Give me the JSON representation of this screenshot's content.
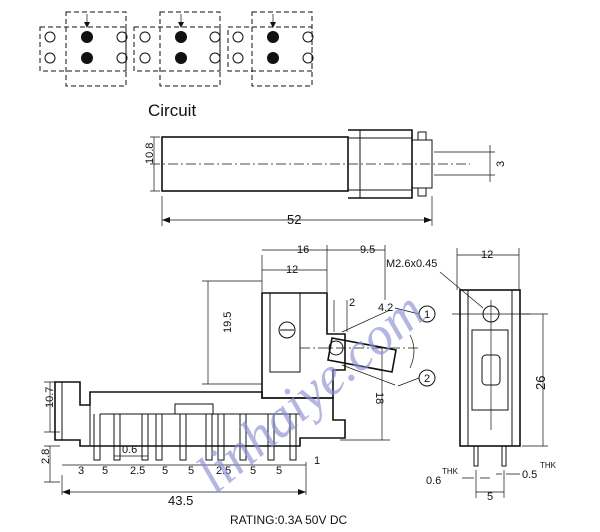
{
  "circuit": {
    "title": "Circuit"
  },
  "top_view": {
    "height": "10.8",
    "length": "52",
    "offset": "3"
  },
  "side_view": {
    "top_16": "16",
    "top_9_5": "9.5",
    "top_12": "12",
    "h_19_5": "19.5",
    "gap_2": "2",
    "travel_4_2": "4.2",
    "pos_1": "1",
    "pos_2": "2",
    "h_18": "18",
    "h_10_7": "10.7",
    "h_2_8": "2.8",
    "pin_0_6": "0.6",
    "total_43_5": "43.5",
    "end_1": "1",
    "pitches": [
      "3",
      "5",
      "2.5",
      "5",
      "5",
      "2.5",
      "5",
      "5"
    ]
  },
  "end_view": {
    "width_12": "12",
    "screw": "M2.6x0.45",
    "height_26": "26",
    "thk_left": "0.6",
    "thk_right": "0.5",
    "thk_sup": "THK",
    "pitch_5": "5"
  },
  "rating": {
    "text": "RATING:0.3A 50V DC"
  },
  "watermark": {
    "text": "linhaiye.com"
  }
}
